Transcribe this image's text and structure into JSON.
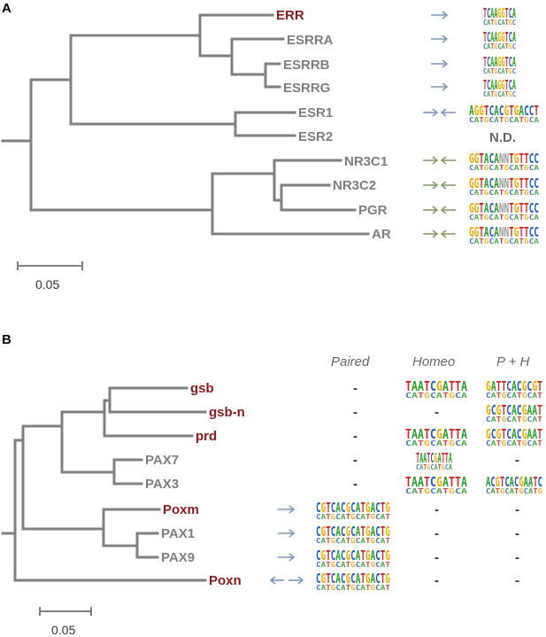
{
  "panels": {
    "a": {
      "label": "A",
      "leaves": [
        "ERR",
        "ESRRA",
        "ESRRB",
        "ESRRG",
        "ESR1",
        "ESR2",
        "NR3C1",
        "NR3C2",
        "PGR",
        "AR"
      ],
      "not_determined": "N.D.",
      "scale_label": "0.05",
      "logos": [
        "TCAAGGTCA",
        "TCAAGGTCA",
        "TCAAGGTCA",
        "TCAAGGTCA",
        "AGGTCACGTGACCT",
        "",
        "GGTACANNTGTTCC",
        "GGTACANNTGTTCC",
        "GGTACANNTGTTCC",
        "GGTACANNTGTTCC"
      ]
    },
    "b": {
      "label": "B",
      "leaves": [
        "gsb",
        "gsb-n",
        "prd",
        "PAX7",
        "PAX3",
        "Poxm",
        "PAX1",
        "PAX9",
        "Poxn"
      ],
      "column_headers": [
        "Paired",
        "Homeo",
        "P + H"
      ],
      "dash": "-",
      "scale_label": "0.05",
      "paired_logos": [
        "CGTCACGCATGACTG",
        "CGTCACGCATGACTG",
        "CGTCACGCATGACTG",
        "CGTCACGCATGACTG"
      ],
      "homeo_logos": [
        "TAATCGATTA",
        "TAATCGATTA",
        "TAATCGATTA",
        "TAATCGATTA"
      ],
      "ph_logos": [
        "GATTCACGCGT",
        "GCGTCACGAAT",
        "GCGTCACGAAT",
        "ACGTCACGAATC"
      ]
    }
  },
  "colors": {
    "branch": "#7f7f7f",
    "highlight_leaf": "#8b1a1a",
    "plain_leaf": "#7f7f7f",
    "arrow_blue": "#7c98bd",
    "arrow_green": "#8a9c6a",
    "logo_A": "#2ca02c",
    "logo_C": "#1f5fbf",
    "logo_G": "#f2a900",
    "logo_T": "#d62728"
  }
}
